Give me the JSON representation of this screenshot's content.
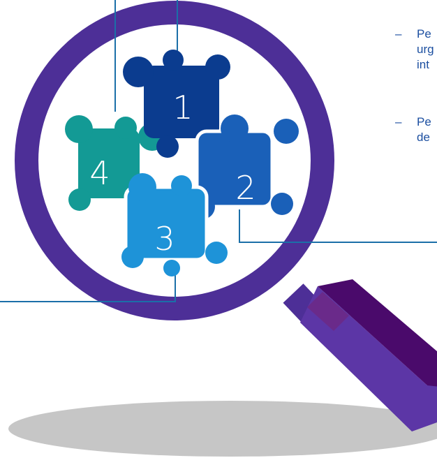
{
  "bullets": [
    {
      "marker": "–",
      "lines": [
        "Pe",
        "urg",
        "int"
      ]
    },
    {
      "marker": "–",
      "lines": [
        "Pe",
        "de"
      ]
    }
  ],
  "pieces": [
    {
      "number": "1",
      "color": "#0b3c8f"
    },
    {
      "number": "2",
      "color": "#1a60b8"
    },
    {
      "number": "3",
      "color": "#1e93d8"
    },
    {
      "number": "4",
      "color": "#139a95"
    }
  ],
  "colors": {
    "lens_ring": "#4d2f97",
    "handle_dark": "#4a0a6b",
    "handle_light": "#5c36a6",
    "callout_line": "#1b6fa8",
    "shadow": "#c6c6c6",
    "text": "#1c4fa0"
  },
  "icons": [
    "magnifying-glass-icon",
    "puzzle-piece-icon"
  ]
}
